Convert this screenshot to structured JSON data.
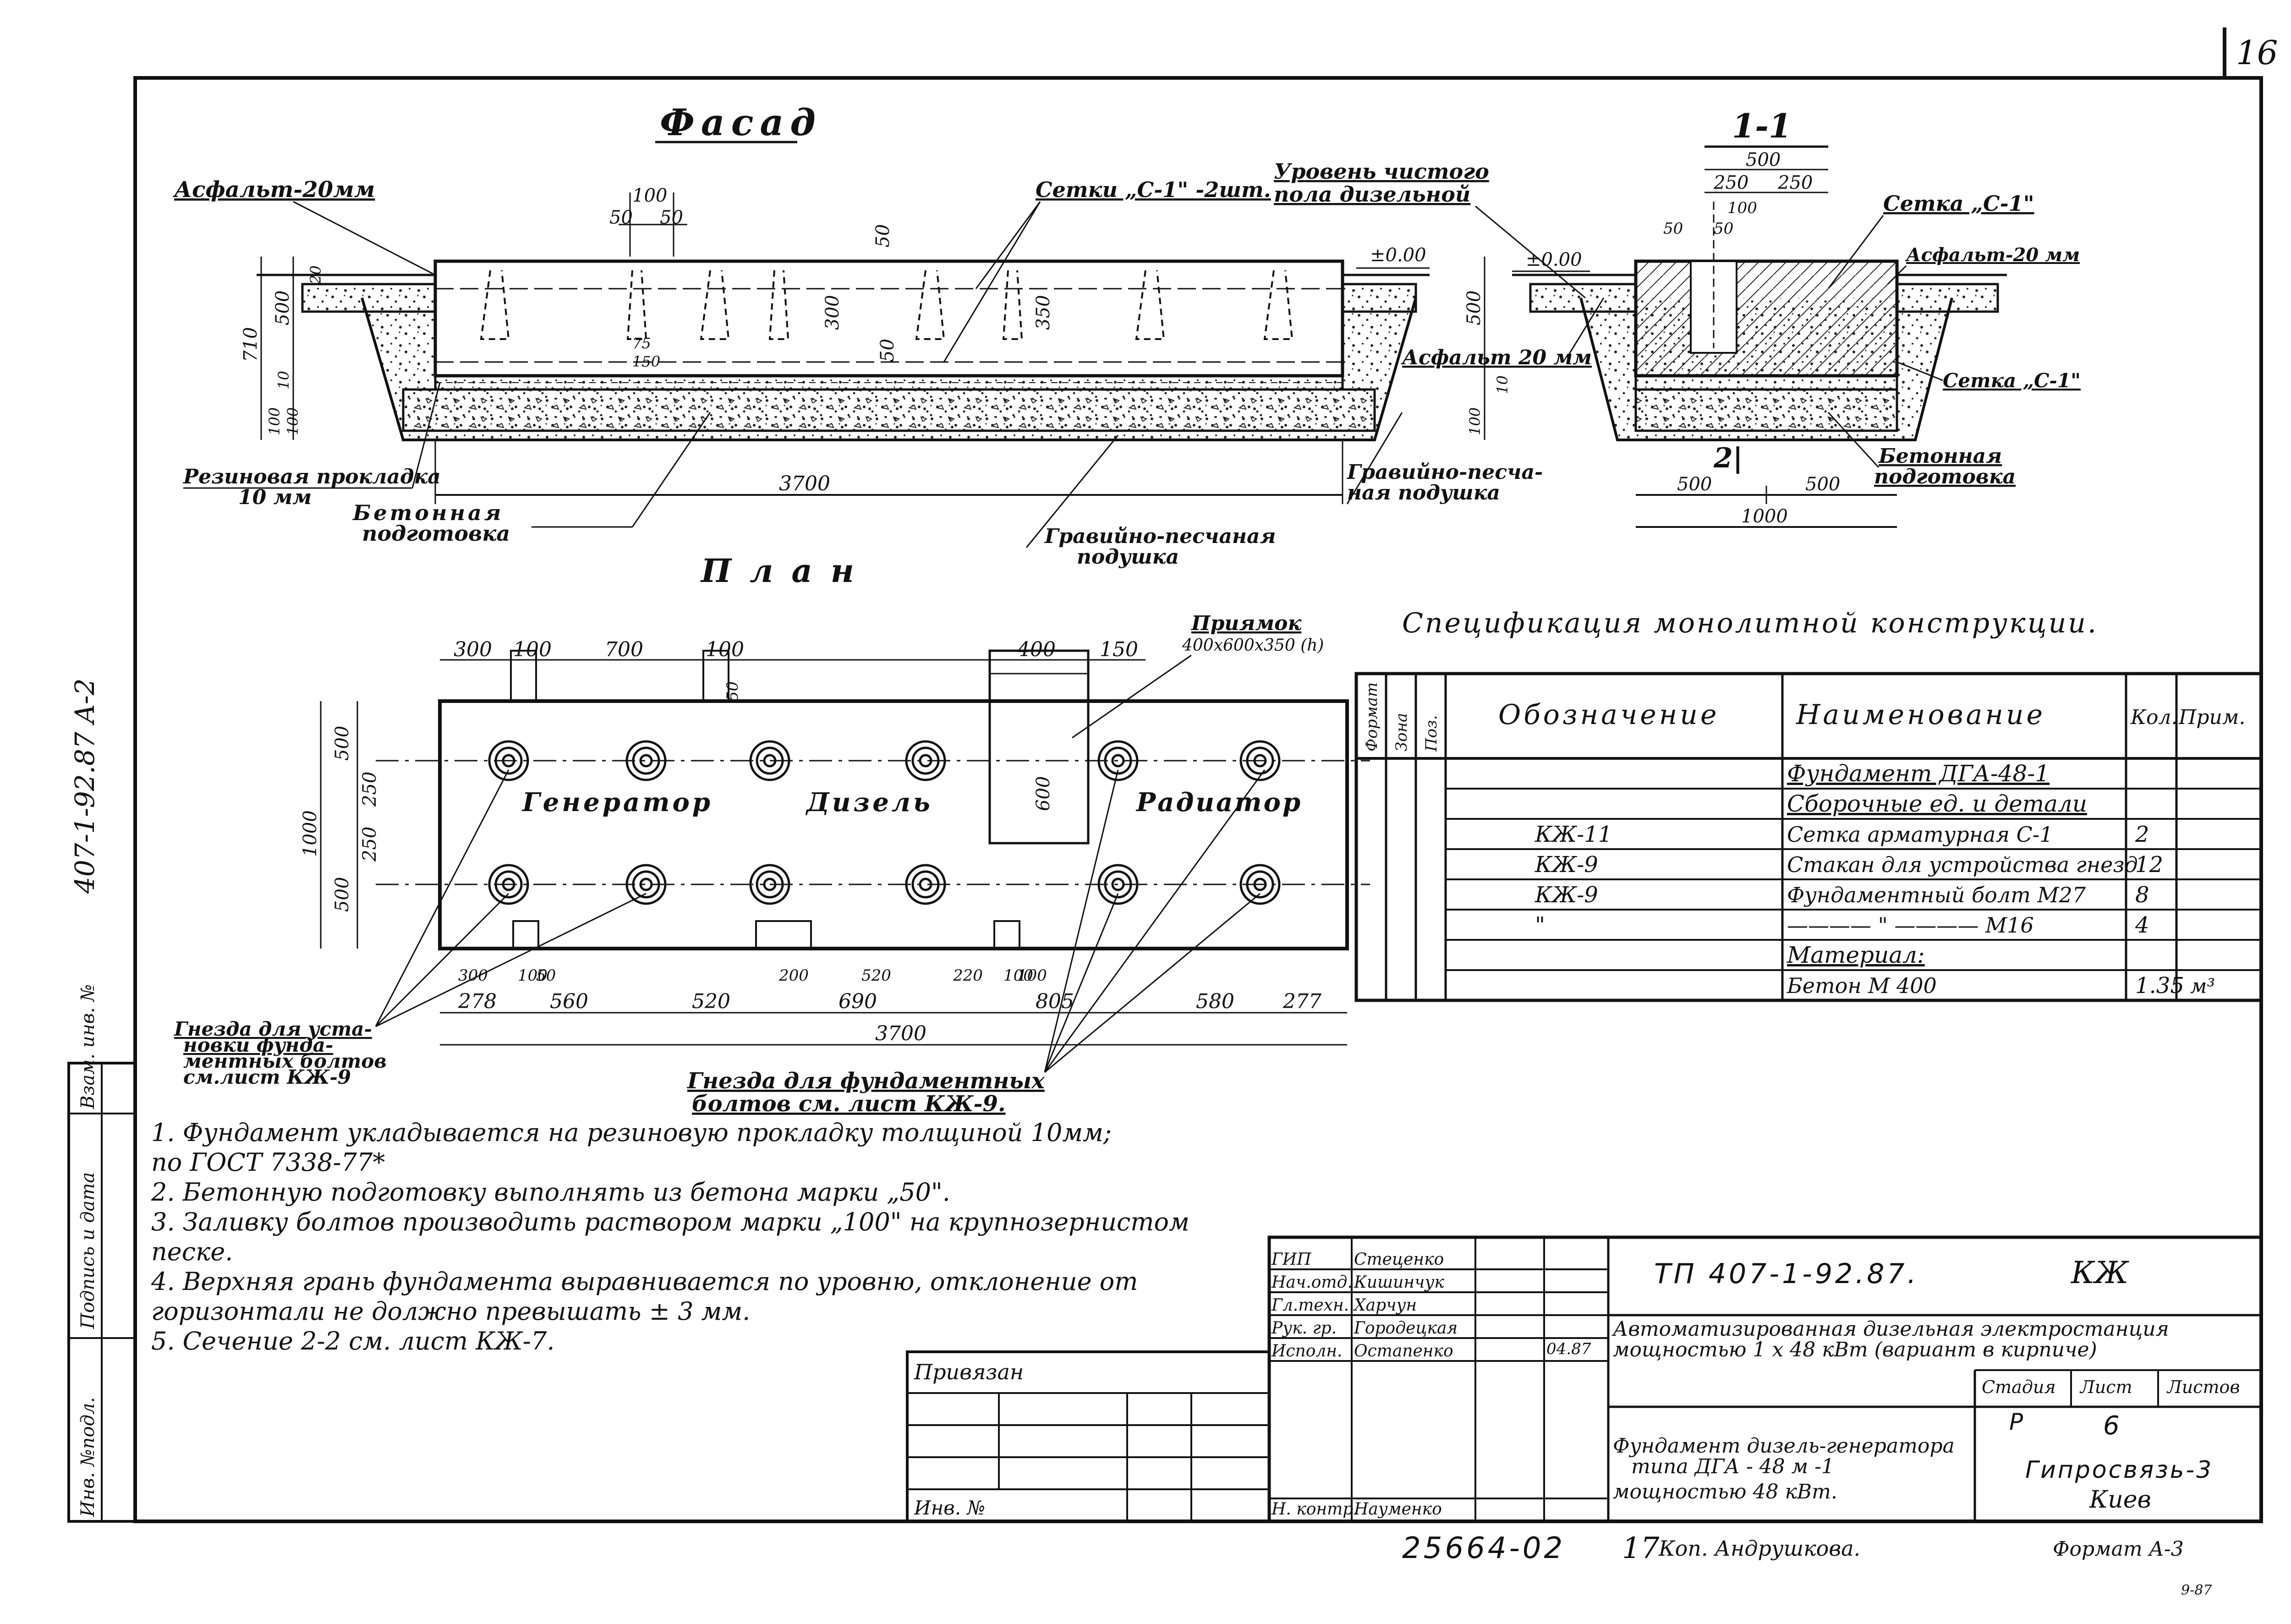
{
  "page_number": "16",
  "side_code": "407-1-92.87  A-2",
  "side_stamp": [
    "Инв. №подл.",
    "Подпись и дата",
    "Взам. инв. №"
  ],
  "facade": {
    "title": "Фасад",
    "labels": {
      "asphalt_left": "Асфальт-20мм",
      "mesh": "Сетки „С-1\" -2шт.",
      "floor_level": [
        "Уровень чистого",
        "пола дизельной"
      ],
      "zero_mark": "±0.00",
      "rubber": [
        "Резиновая прокладка",
        "10 мм"
      ],
      "concrete_prep": [
        "Бетонная",
        "подготовка"
      ],
      "gravel_right": [
        "Гравийно-песча-",
        "ная подушка"
      ],
      "gravel_bottom": [
        "Гравийно-песчаная",
        "подушка"
      ]
    },
    "dims": {
      "d100": "100",
      "d50a": "50",
      "d50b": "50",
      "d50c": "50",
      "d50d": "50",
      "d300": "300",
      "d350": "350",
      "d150": "150",
      "d75": "75",
      "d710": "710",
      "d500": "500",
      "d10": "10",
      "d100b": "100",
      "d100c": "100",
      "d20": "20",
      "d3700": "3700"
    }
  },
  "section": {
    "title": "1-1",
    "labels": {
      "mesh_top": "Сетка „С-1\"",
      "asphalt_right": "Асфальт-20 мм",
      "asphalt_left": "Асфальт 20 мм",
      "mesh_bottom": "Сетка „С-1\"",
      "concrete": [
        "Бетонная",
        "подготовка"
      ],
      "zero_mark": "±0.00",
      "cut": "2|"
    },
    "dims": {
      "d500": "500",
      "d250a": "250",
      "d250b": "250",
      "d100": "100",
      "d50a": "50",
      "d50b": "50",
      "d500v": "500",
      "d100v": "100",
      "d10": "10",
      "d500c": "500",
      "d500d": "500",
      "d1000": "1000"
    }
  },
  "plan": {
    "title": "План",
    "labels": {
      "pit": [
        "Приямок",
        "400х600х350 (h)"
      ],
      "generator": "Генератор",
      "diesel": "Дизель",
      "radiator": "Радиатор",
      "sockets_left": [
        "Гнезда для уста-",
        "новки фунда-",
        "ментных болтов",
        "см.лист КЖ-9"
      ],
      "sockets_bottom": [
        "Гнезда для фундаментных",
        "болтов см. лист КЖ-9."
      ]
    },
    "dims": {
      "top": [
        "300",
        "100",
        "700",
        "100",
        "400",
        "150"
      ],
      "d50": "50",
      "left": [
        "500",
        "250",
        "250",
        "500",
        "1000"
      ],
      "d600": "600",
      "inner": [
        "300",
        "100",
        "50",
        "200",
        "520",
        "220",
        "100",
        "100"
      ],
      "bottom": [
        "278",
        "560",
        "520",
        "690",
        "805",
        "580",
        "277"
      ],
      "total": "3700"
    }
  },
  "spec": {
    "title": "Спецификация монолитной конструкции.",
    "headers": [
      "Формат",
      "Зона",
      "Поз.",
      "Обозначение",
      "Наименование",
      "Кол.",
      "Прим."
    ],
    "rows": [
      {
        "code": "",
        "name": "Фундамент ДГА-48-1",
        "qty": "",
        "note": ""
      },
      {
        "code": "",
        "name": "Сборочные ед. и детали",
        "qty": "",
        "note": ""
      },
      {
        "code": "КЖ-11",
        "name": "Сетка арматурная С-1",
        "qty": "2",
        "note": ""
      },
      {
        "code": "КЖ-9",
        "name": "Стакан для устройства гнезд",
        "qty": "12",
        "note": ""
      },
      {
        "code": "КЖ-9",
        "name": "Фундаментный болт М27",
        "qty": "8",
        "note": ""
      },
      {
        "code": "\"",
        "name": "———— \" ———— М16",
        "qty": "4",
        "note": ""
      },
      {
        "code": "",
        "name": "Материал:",
        "qty": "",
        "note": ""
      },
      {
        "code": "",
        "name": "Бетон   М 400",
        "qty": "1.35",
        "note": "м³"
      }
    ]
  },
  "notes": [
    "1. Фундамент укладывается на резиновую прокладку толщиной 10мм;",
    "   по ГОСТ 7338-77*",
    "2. Бетонную подготовку выполнять из бетона марки „50\".",
    "3. Заливку болтов производить раствором марки „100\" на крупнозернистом",
    "   песке.",
    "4. Верхняя грань фундамента выравнивается по уровню, отклонение от",
    "   горизонтали не должно превышать ± 3 мм.",
    "5. Сечение 2-2 см. лист КЖ-7."
  ],
  "stamp": {
    "bound": "Привязан",
    "inv": "Инв. №",
    "roles": [
      "ГИП",
      "Нач.отд.",
      "Гл.техн.",
      "Рук. гр.",
      "Исполн.",
      "Н. контр."
    ],
    "names": [
      "Стеценко",
      "Кишинчук",
      "Харчун",
      "Городецкая",
      "Остапенко",
      "Науменко"
    ],
    "date": "04.87",
    "doc_code": "ТП 407-1-92.87.",
    "mark": "КЖ",
    "project": [
      "Автоматизированная дизельная электростанция",
      "мощностью 1 х 48 кВт (вариант в кирпиче)"
    ],
    "stage_headers": [
      "Стадия",
      "Лист",
      "Листов"
    ],
    "stage": "Р",
    "sheet": "6",
    "sheet_title": [
      "Фундамент дизель-генератора",
      "типа ДГА - 48 м -1",
      "мощностью   48 кВт."
    ],
    "org": [
      "Гипросвязь-3",
      "Киев"
    ],
    "bottom_code": "25664-02",
    "bottom_17": "17",
    "copied": "Коп. Андрушкова.",
    "format": "Формат А-3",
    "corner_mark": "9-87"
  }
}
